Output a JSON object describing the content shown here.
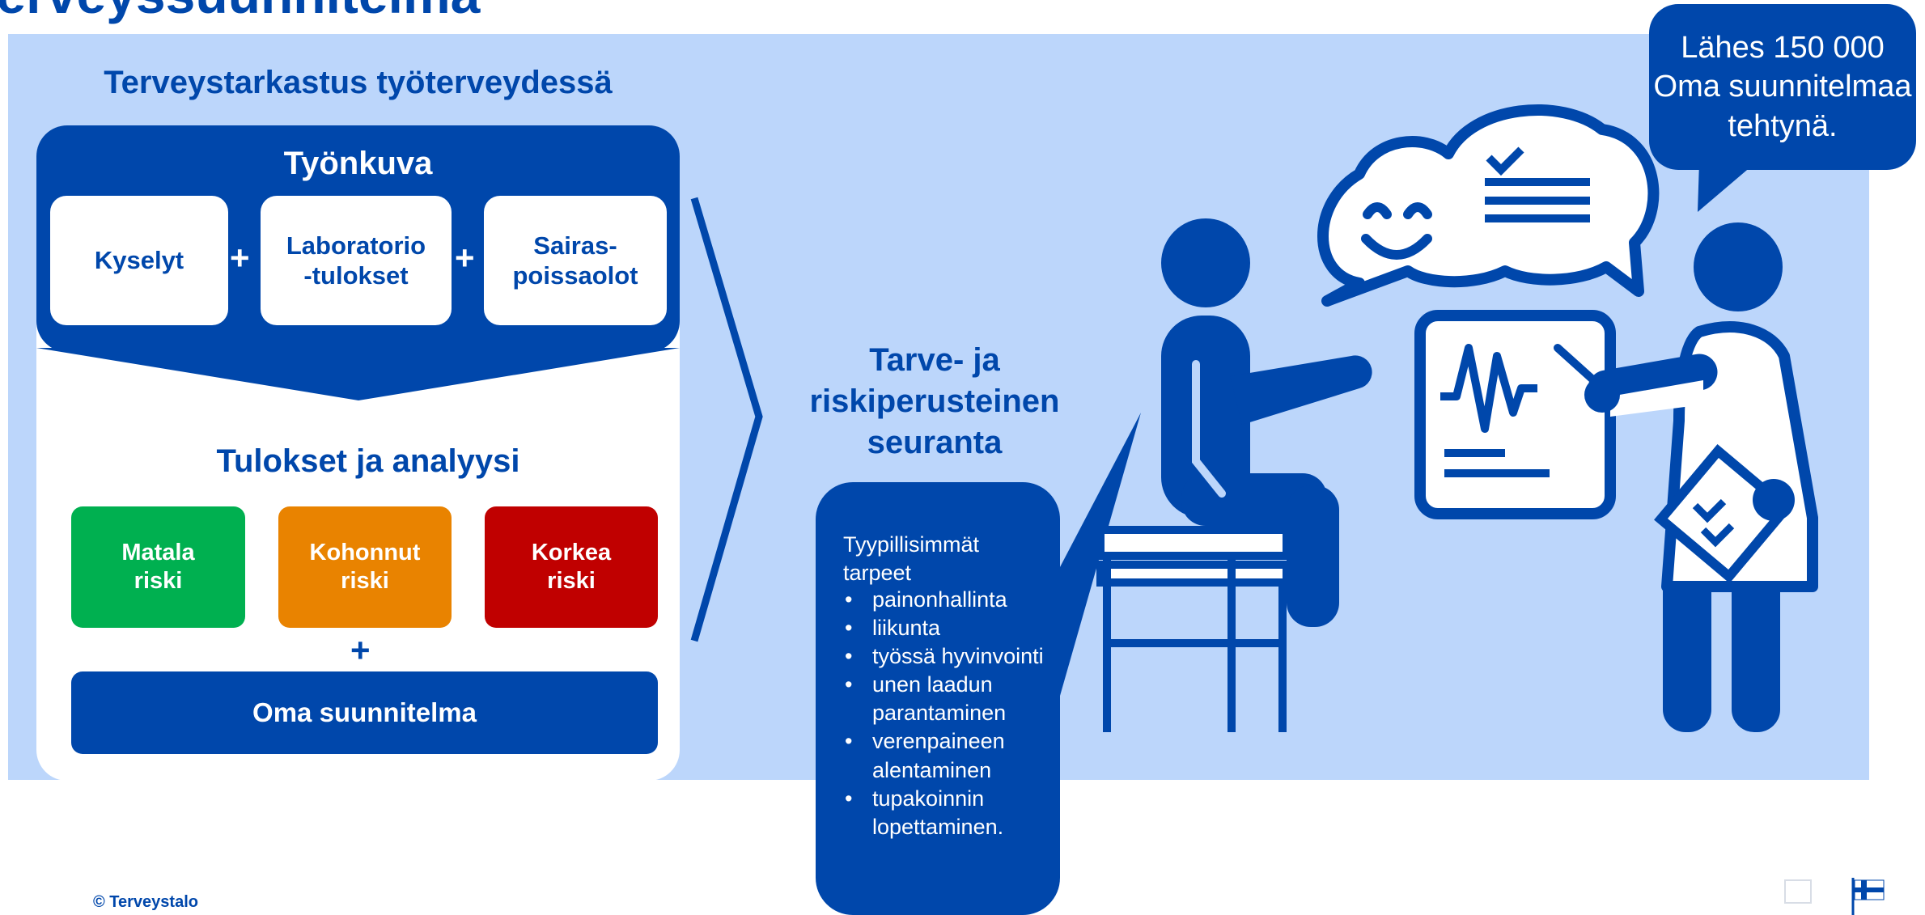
{
  "page_title": "Terveyssuunnitelma",
  "left_heading": "Terveystarkastus työterveydessä",
  "tyonkuva": "Työnkuva",
  "inputs": [
    {
      "label": "Kyselyt"
    },
    {
      "label": "Laboratorio\n-tulokset"
    },
    {
      "label": "Sairas-\npoissaolot"
    }
  ],
  "plus_sign": "+",
  "results_heading": "Tulokset ja analyysi",
  "risks": [
    {
      "label": "Matala\nriski",
      "color": "#00b050"
    },
    {
      "label": "Kohonnut\nriski",
      "color": "#e98300"
    },
    {
      "label": "Korkea\nriski",
      "color": "#c00000"
    }
  ],
  "oma_suunnitelma": "Oma suunnitelma",
  "tarve_heading": "Tarve- ja\nriskiperusteinen\nseuranta",
  "needs": {
    "title": "Tyypillisimmät tarpeet",
    "items": [
      "painonhallinta",
      "liikunta",
      "työssä hyvinvointi",
      "unen laadun parantaminen",
      "verenpaineen alentaminen",
      "tupakoinnin lopettaminen."
    ]
  },
  "callout": "Lähes 150 000 Oma suunnitelmaa tehtynä.",
  "copyright": "© Terveystalo",
  "colors": {
    "brand_blue": "#0047ab",
    "panel_blue": "#bcd6fb"
  },
  "icons": [
    "patient-icon",
    "doctor-icon",
    "speech-bubble-icon",
    "smiley-icon",
    "checklist-icon",
    "ecg-chart-icon",
    "clipboard-icon",
    "chair-icon",
    "finnish-flag-icon"
  ]
}
